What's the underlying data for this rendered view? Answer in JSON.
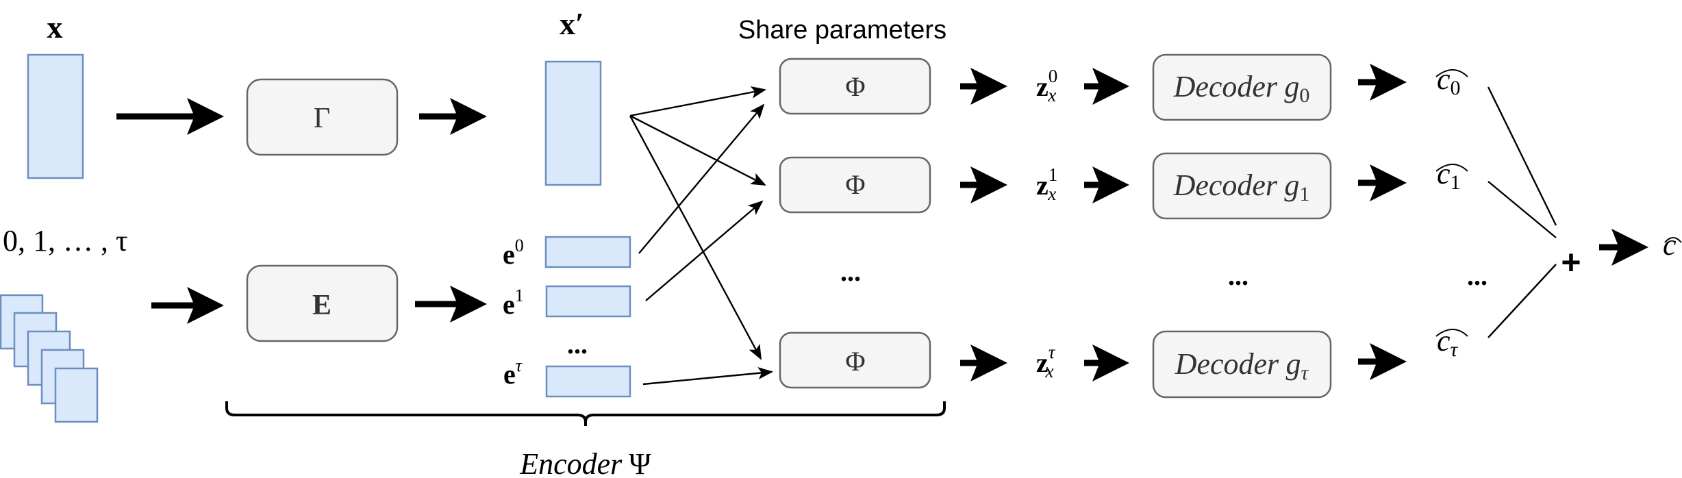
{
  "title": "Encoder-decoder architecture diagram",
  "inputs": {
    "x_label": "x",
    "x_prime_label": "x′",
    "time_indices_label": "0, 1, … , τ"
  },
  "modules": {
    "gamma_label": "Γ",
    "embedding_label": "E",
    "phi_label": "Φ",
    "share_parameters_label": "Share parameters",
    "encoder_label": "Encoder",
    "encoder_symbol": "Ψ"
  },
  "embeddings": [
    {
      "base": "e",
      "sup": "0"
    },
    {
      "base": "e",
      "sup": "1"
    },
    {
      "base": "e",
      "sup": "τ"
    }
  ],
  "ellipsis": "...",
  "branches": [
    {
      "z_base": "z",
      "z_sub": "x",
      "z_sup": "0",
      "decoder_word": "Decoder",
      "decoder_fn": "g",
      "decoder_sub": "0",
      "c_base": "c",
      "c_sub": "0"
    },
    {
      "z_base": "z",
      "z_sub": "x",
      "z_sup": "1",
      "decoder_word": "Decoder",
      "decoder_fn": "g",
      "decoder_sub": "1",
      "c_base": "c",
      "c_sub": "1"
    },
    {
      "z_base": "z",
      "z_sub": "x",
      "z_sup": "τ",
      "decoder_word": "Decoder",
      "decoder_fn": "g",
      "decoder_sub": "τ",
      "c_base": "c",
      "c_sub": "τ"
    }
  ],
  "aggregation": {
    "operator": "+",
    "output_label": "c"
  },
  "colors": {
    "vector_fill": "#dae8fc",
    "vector_stroke": "#6c8ebf",
    "module_fill": "#f5f5f5",
    "module_stroke": "#666666"
  }
}
